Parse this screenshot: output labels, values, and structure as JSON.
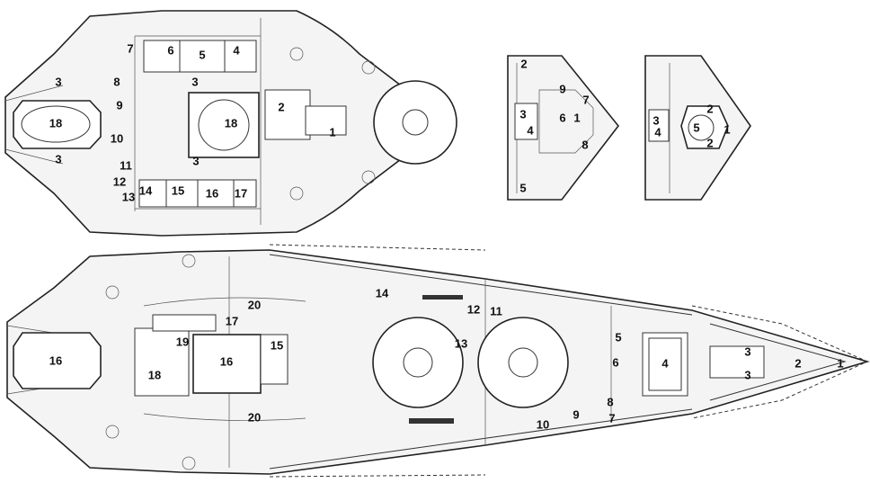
{
  "diagram": {
    "upper_deck_labels": [
      "7",
      "6",
      "5",
      "4",
      "8",
      "3",
      "3",
      "9",
      "18",
      "18",
      "2",
      "1",
      "10",
      "3",
      "3",
      "11",
      "12",
      "13",
      "14",
      "15",
      "16",
      "17"
    ],
    "forward_small_deck_labels": [
      "2",
      "9",
      "7",
      "3",
      "4",
      "6",
      "1",
      "8",
      "5"
    ],
    "aft_small_deck_labels": [
      "2",
      "3",
      "1",
      "4",
      "5",
      "2"
    ],
    "main_deck_labels": [
      "20",
      "14",
      "12",
      "11",
      "17",
      "19",
      "15",
      "16",
      "16",
      "18",
      "13",
      "5",
      "4",
      "6",
      "3",
      "3",
      "2",
      "1",
      "20",
      "8",
      "7",
      "9",
      "10"
    ]
  }
}
